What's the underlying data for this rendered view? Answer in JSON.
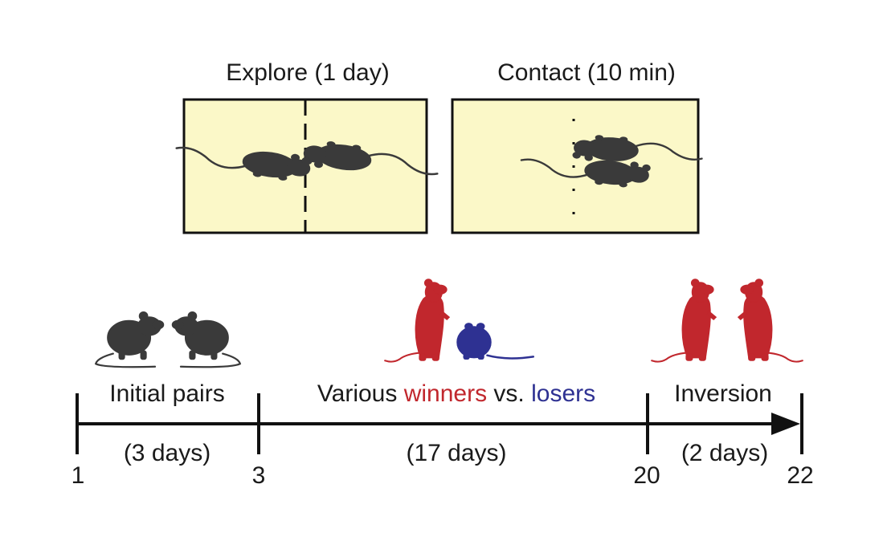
{
  "arenas": [
    {
      "label": "Explore (1 day)",
      "divider": "dashed",
      "mice": "mouse-pair-separated"
    },
    {
      "label": "Contact (10 min)",
      "divider": "dotted",
      "mice": "mouse-pair-together"
    }
  ],
  "phases": [
    {
      "label": "Initial pairs",
      "duration": "(3 days)",
      "icon": "mouse-pair-icon"
    },
    {
      "label_parts": [
        "Various ",
        "winners",
        " vs. ",
        "losers"
      ],
      "duration": "(17 days)",
      "icon": "winner-loser-mice-icon"
    },
    {
      "label": "Inversion",
      "duration": "(2 days)",
      "icon": "standing-mice-pair-icon"
    }
  ],
  "timeline": {
    "ticks": [
      "1",
      "3",
      "20",
      "22"
    ]
  },
  "colors": {
    "winner": "#c1272d",
    "loser": "#2e3192",
    "neutral_mouse": "#3a3a3a",
    "arena_fill": "#fbf8c8",
    "ink": "#1a1a1a"
  }
}
